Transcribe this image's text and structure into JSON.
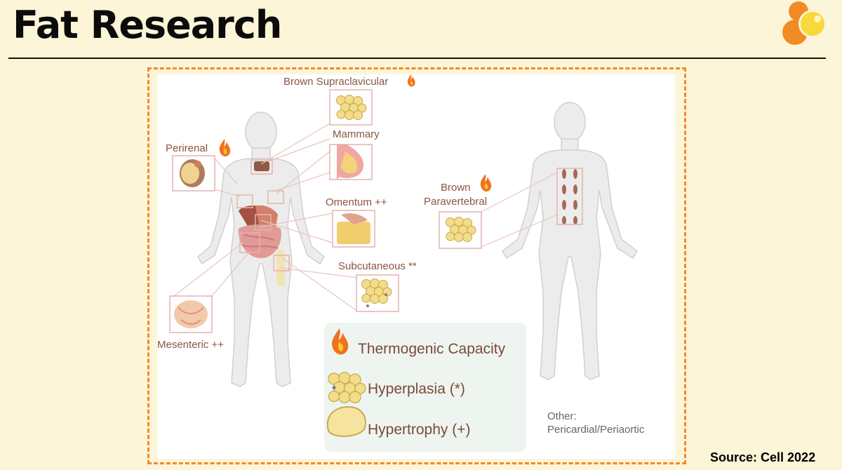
{
  "header": {
    "title": "Fat Research"
  },
  "labels": {
    "brown_supraclavicular": "Brown Supraclavicular",
    "mammary": "Mammary",
    "perirenal": "Perirenal",
    "omentum": "Omentum ++",
    "subcutaneous": "Subcutaneous **",
    "mesenteric": "Mesenteric ++",
    "brown": "Brown",
    "paravertebral": "Paravertebral",
    "other": "Other:",
    "pericardial": "Pericardial/Periaortic"
  },
  "legend": {
    "thermogenic": "Thermogenic Capacity",
    "hyperplasia": "Hyperplasia (*)",
    "hypertrophy": "Hypertrophy (+)"
  },
  "footer": {
    "source": "Source: Cell 2022"
  },
  "colors": {
    "background": "#fdf5d8",
    "frame_border": "#f08a2c",
    "label_text": "#8a5541",
    "fat_cell": "#f3dc8a",
    "legend_bg": "#eef5f1"
  }
}
